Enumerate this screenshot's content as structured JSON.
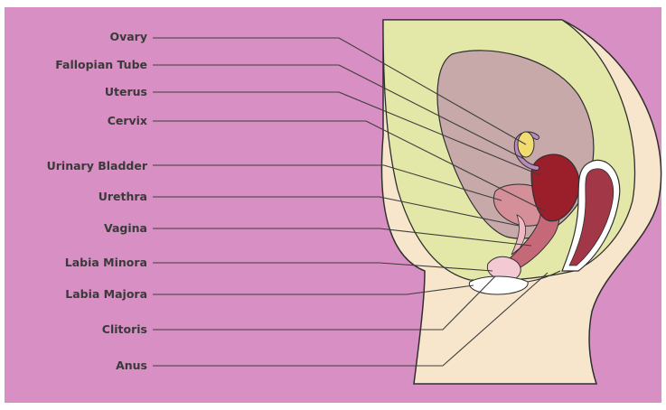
{
  "colors": {
    "background": "#d88fc3",
    "body_outline": "#2f2f2f",
    "abdominal_cavity": "#e3e8a8",
    "pelvic_cavity": "#c7a9a9",
    "skin": "#f7e5cc",
    "ovary": "#f1dc72",
    "fallopian_tube": "#b98bbd",
    "uterus": "#9a1f2b",
    "bladder": "#d48f99",
    "vagina": "#c56877",
    "rectum": "#a23747",
    "labia": "#f3c9d4",
    "leader_lines": "#3d3d3d",
    "label_text": "#3a3a3a"
  },
  "labels": [
    "Ovary",
    "Fallopian Tube",
    "Uterus",
    "Cervix",
    "Urinary Bladder",
    "Urethra",
    "Vagina",
    "Labia Minora",
    "Labia Majora",
    "Clitoris",
    "Anus"
  ]
}
